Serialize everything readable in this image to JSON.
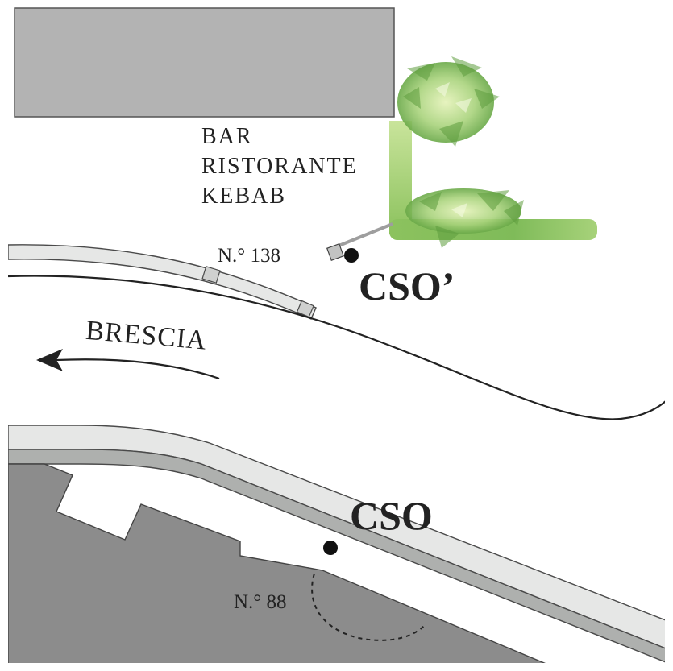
{
  "map": {
    "business_label_lines": [
      "BAR",
      "RISTORANTE",
      "KEBAB"
    ],
    "house_number_top": "N.° 138",
    "house_number_bottom": "N.° 88",
    "marker_top_label": "CSO’",
    "marker_bottom_label": "CSO",
    "direction_label": "BRESCIA",
    "direction_arrow": "arrow-left",
    "colors": {
      "background": "#ffffff",
      "building": "#b3b3b3",
      "building_dark": "#8c8c8c",
      "sidewalk": "#e6e7e6",
      "sidewalk_outline": "#4a4a4a",
      "curb": "#aeb0ae",
      "road_line": "#222222",
      "marker": "#111111",
      "vegetation_light": "#c8e39a",
      "vegetation_dark": "#6fb04a"
    }
  }
}
